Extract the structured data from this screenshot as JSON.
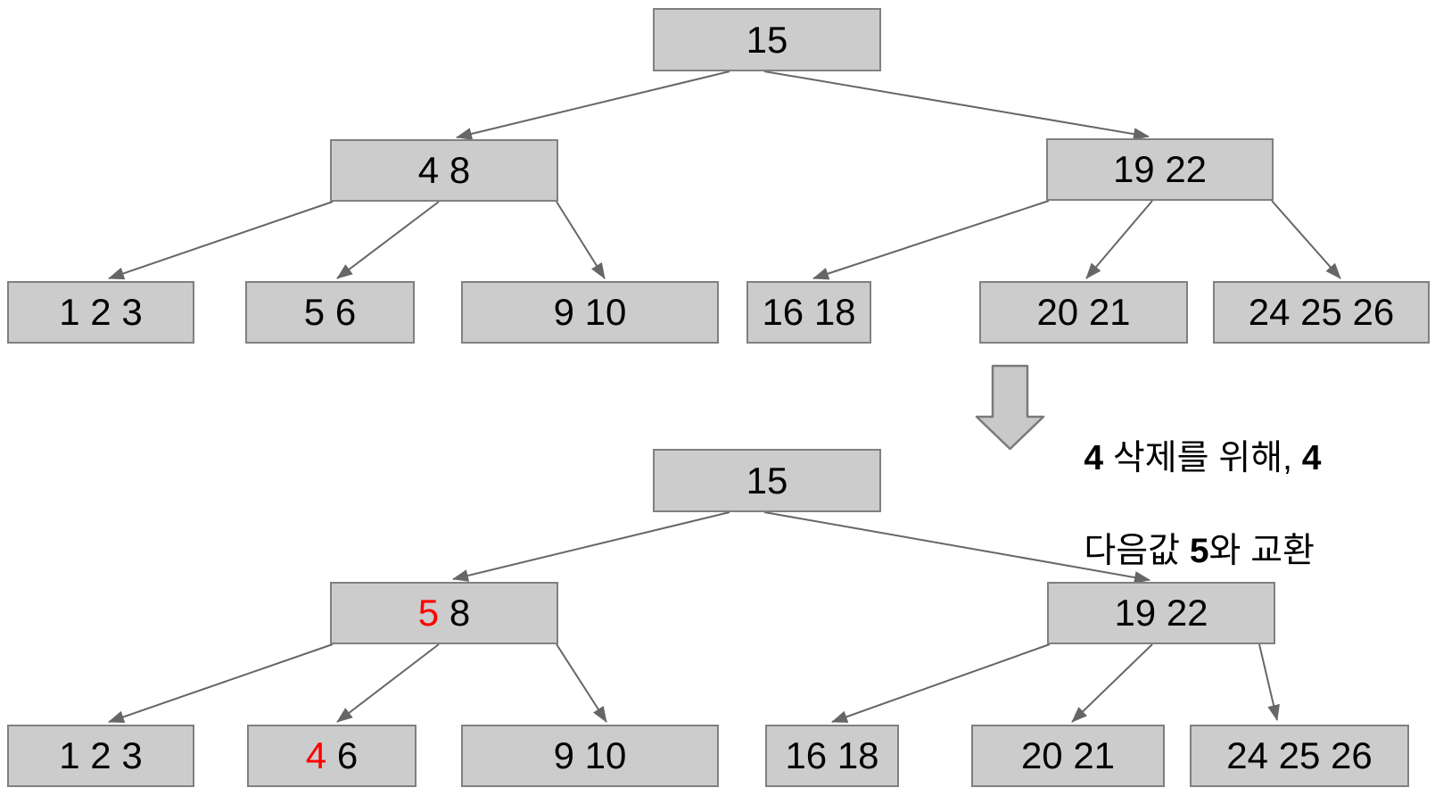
{
  "colors": {
    "node_fill": "#cccccc",
    "node_border": "#808080",
    "edge_line": "#666666",
    "highlight_red": "#ff0000",
    "block_arrow_fill": "#c9c9c9",
    "block_arrow_border": "#7a7a7a",
    "text": "#000000",
    "background": "#ffffff"
  },
  "icons": {
    "block_arrow": "down-arrow"
  },
  "tree_before": {
    "root": "15",
    "left_internal": "4 8",
    "right_internal": "19 22",
    "leaves": [
      "1 2 3",
      "5 6",
      "9 10",
      "16 18",
      "20 21",
      "24 25 26"
    ]
  },
  "tree_after": {
    "root": "15",
    "left_internal": {
      "highlight": "5",
      "rest": " 8"
    },
    "right_internal": "19 22",
    "leaves": {
      "l0": "1 2 3",
      "l1_highlight": "4",
      "l1_rest": " 6",
      "l2": "9 10",
      "l3": "16 18",
      "l4": "20 21",
      "l5": "24 25 26"
    }
  },
  "annotation": {
    "line1_num1": "4",
    "line1_text": " 삭제를 위해, ",
    "line1_num2": "4",
    "line2_text1": "다음값 ",
    "line2_num": "5",
    "line2_text2": "와 교환"
  }
}
